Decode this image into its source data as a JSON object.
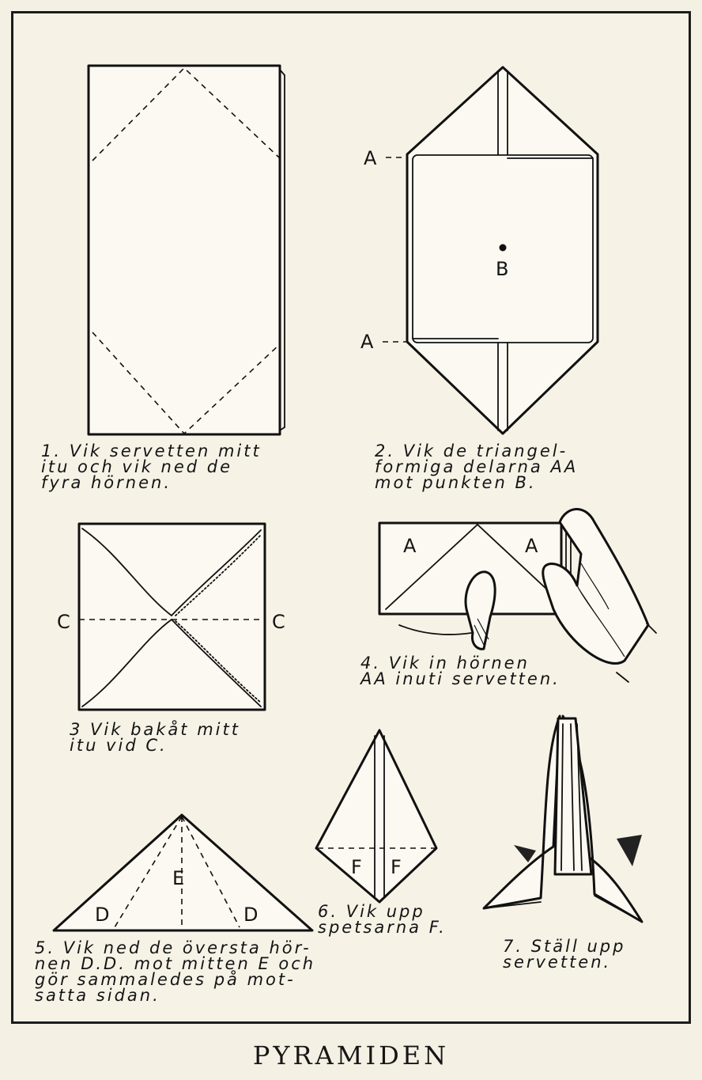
{
  "title": "PYRAMIDEN",
  "steps": [
    {
      "caption": "1. Vik servetten mitt\nitu och vik ned de\nfyra hörnen."
    },
    {
      "caption": "2. Vik de triangel-\nformiga delarna AA\nmot punkten B."
    },
    {
      "caption": "3 Vik bakåt mitt\nitu vid C."
    },
    {
      "caption": "4. Vik in hörnen\nAA inuti servetten."
    },
    {
      "caption": "5. Vik ned de översta hör-\nnen D.D. mot mitten E och\ngör sammaledes på mot-\nsatta sidan."
    },
    {
      "caption": "6. Vik upp\nspetsarna F."
    },
    {
      "caption": "7. Ställ upp\nservetten."
    }
  ],
  "labels": {
    "a": "A",
    "b": "B",
    "c": "C",
    "d": "D",
    "e": "E",
    "f": "F"
  }
}
